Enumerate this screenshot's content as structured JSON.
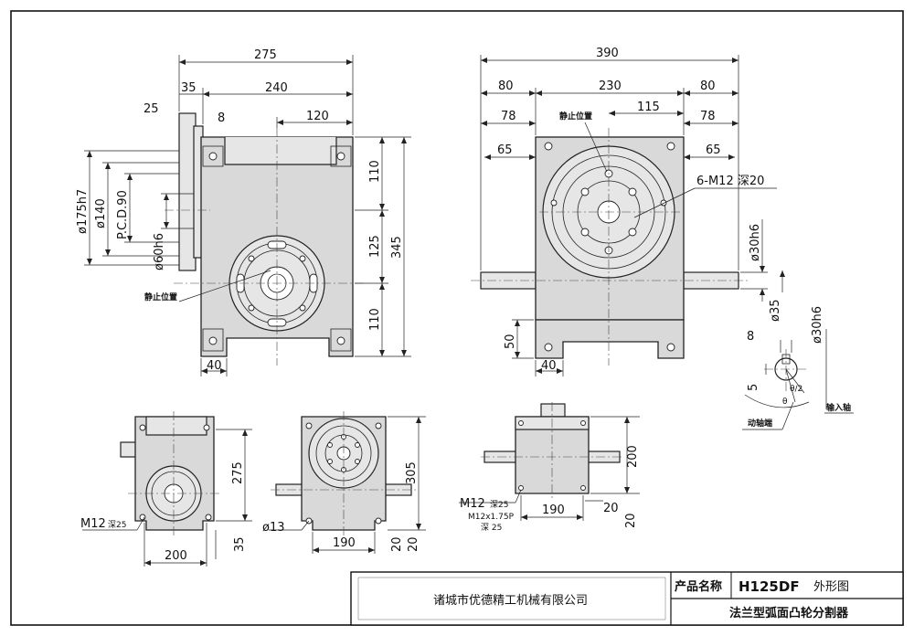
{
  "title_block": {
    "company": "诸城市优德精工机械有限公司",
    "product_label": "产品名称",
    "model": "H125DF",
    "drawing_type": "外形图",
    "product_name": "法兰型弧面凸轮分割器"
  },
  "front_view": {
    "dims": {
      "overall_width": "275",
      "body_width": "240",
      "flange_thk": "35",
      "flange_lip": "25",
      "offset_8": "8",
      "half_120": "120",
      "top_110": "110",
      "mid_125": "125",
      "bot_110": "110",
      "height_345": "345",
      "foot_40": "40"
    },
    "diameters": [
      "ø175h7",
      "ø140",
      "P.C.D.90",
      "ø60h6"
    ],
    "stop_label": "静止位置"
  },
  "side_view": {
    "dims": {
      "overall_width": "390",
      "side_80_left": "80",
      "center_230": "230",
      "side_80_right": "80",
      "side_78_left": "78",
      "pcd_115": "115",
      "side_78_right": "78",
      "side_65_left": "65",
      "side_65_right": "65",
      "tap": "6-M12  深20",
      "shaft_dia": "ø30h6",
      "hub_dia": "ø35",
      "foot_50": "50",
      "foot_40": "40"
    },
    "stop_label": "静止位置"
  },
  "detail": {
    "dim_8": "8",
    "dim_5": "5",
    "theta_half": "θ/2",
    "theta": "θ",
    "shaft_dia": "ø30h6",
    "driven_label": "动轴端",
    "input_label": "输入轴"
  },
  "bottom_view_1": {
    "dim_275": "275",
    "dim_200": "200",
    "dim_35": "35",
    "tap": "M12",
    "depth": "深25"
  },
  "bottom_view_2": {
    "dim_305": "305",
    "dim_190": "190",
    "dim_20a": "20",
    "dim_20b": "20",
    "hole": "ø13"
  },
  "bottom_view_3": {
    "dim_200": "200",
    "dim_190": "190",
    "dim_20a": "20",
    "dim_20b": "20",
    "tap": "M12",
    "depth": "深25",
    "note1": "M12x1.75P",
    "note2": "深 25"
  }
}
